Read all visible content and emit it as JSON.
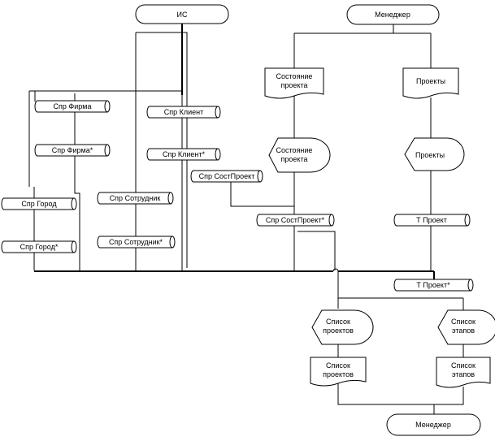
{
  "terminals": {
    "is_top": "ИС",
    "manager_top": "Менеджер",
    "manager_bottom": "Менеджер"
  },
  "documents": {
    "project_state": "Состояние\nпроекта",
    "projects": "Проекты",
    "project_list": "Список\nпроектов",
    "stage_list": "Список\nэтапов"
  },
  "displays": {
    "project_state": "Состояние\nпроекта",
    "projects": "Проекты",
    "project_list": "Список\nпроектов",
    "stage_list": "Список\nэтапов"
  },
  "storages": {
    "spr_firma": "Спр Фирма",
    "spr_firma_star": "Спр Фирма*",
    "spr_klient": "Спр Клиент",
    "spr_klient_star": "Спр Клиент*",
    "spr_sostproekt": "Спр СостПроект",
    "spr_gorod": "Спр Город",
    "spr_gorod_star": "Спр Город*",
    "spr_sotrudnik": "Спр Сотрудник",
    "spr_sotrudnik_star": "Спр Сотрудник*",
    "spr_sostproekt_star": "Спр СостПроект*",
    "t_proekt": "Т Проект",
    "t_proekt_star": "Т Проект*"
  }
}
